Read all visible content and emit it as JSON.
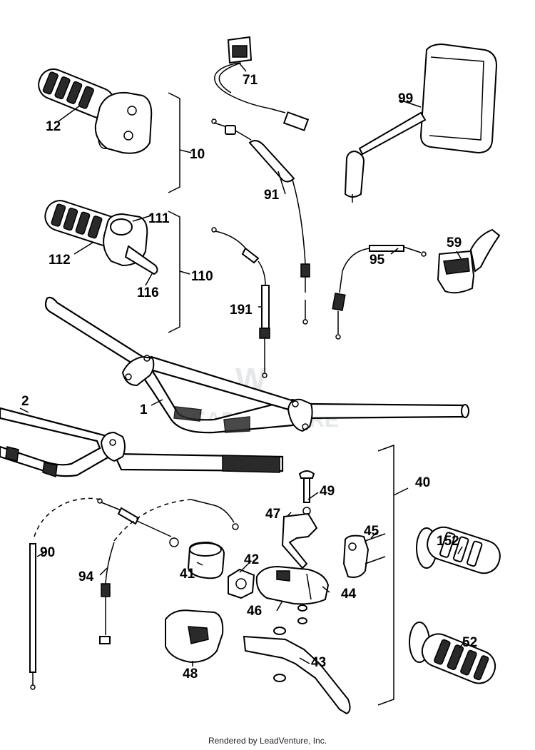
{
  "parts": [
    {
      "id": "1",
      "label": "1"
    },
    {
      "id": "2",
      "label": "2"
    },
    {
      "id": "10",
      "label": "10"
    },
    {
      "id": "12",
      "label": "12"
    },
    {
      "id": "40",
      "label": "40"
    },
    {
      "id": "41",
      "label": "41"
    },
    {
      "id": "42",
      "label": "42"
    },
    {
      "id": "43",
      "label": "43"
    },
    {
      "id": "44",
      "label": "44"
    },
    {
      "id": "45",
      "label": "45"
    },
    {
      "id": "46",
      "label": "46"
    },
    {
      "id": "47",
      "label": "47"
    },
    {
      "id": "48",
      "label": "48"
    },
    {
      "id": "49",
      "label": "49"
    },
    {
      "id": "52",
      "label": "52"
    },
    {
      "id": "59",
      "label": "59"
    },
    {
      "id": "71",
      "label": "71"
    },
    {
      "id": "90",
      "label": "90"
    },
    {
      "id": "91",
      "label": "91"
    },
    {
      "id": "94",
      "label": "94"
    },
    {
      "id": "95",
      "label": "95"
    },
    {
      "id": "99",
      "label": "99"
    },
    {
      "id": "110",
      "label": "110"
    },
    {
      "id": "111",
      "label": "111"
    },
    {
      "id": "112",
      "label": "112"
    },
    {
      "id": "116",
      "label": "116"
    },
    {
      "id": "152",
      "label": "152"
    },
    {
      "id": "191",
      "label": "191"
    }
  ],
  "footer": "Rendered by LeadVenture, Inc."
}
